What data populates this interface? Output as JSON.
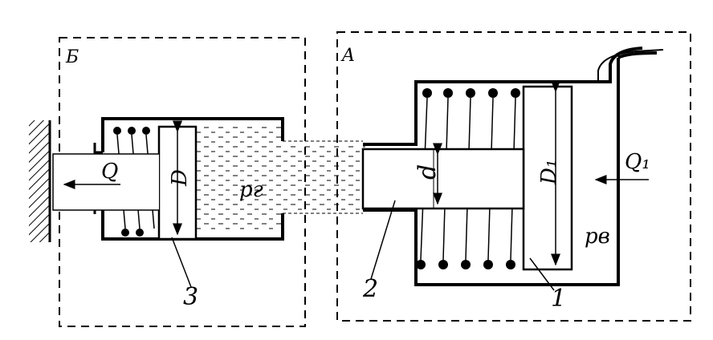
{
  "labels": {
    "zone_b": "Б",
    "zone_a": "A",
    "force_q": "Q",
    "diameter_big_piston": "D",
    "pressure_fluid": "pг",
    "diameter_small_rod": "d",
    "diameter_large_piston": "D₁",
    "flow_q1": "Q₁",
    "pressure_air": "pв",
    "callout_1": "1",
    "callout_2": "2",
    "callout_3": "3"
  },
  "colors": {
    "ink": "#000000",
    "paper": "#ffffff"
  }
}
